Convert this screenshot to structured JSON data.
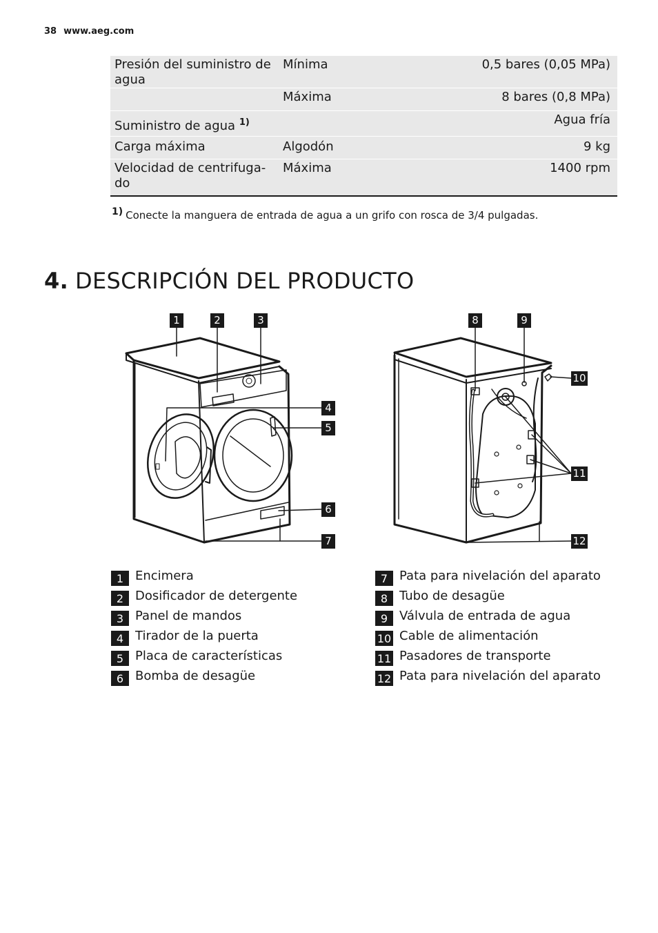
{
  "header": {
    "page_number": "38",
    "site": "www.aeg.com"
  },
  "spec_table": [
    {
      "c1": "Presión del suministro de agua",
      "c2": "Mínima",
      "c3": "0,5 bares (0,05 MPa)"
    },
    {
      "c1": "",
      "c2": "Máxima",
      "c3": "8 bares (0,8 MPa)"
    },
    {
      "c1": "Suministro de agua",
      "c1_note": "1)",
      "c2": "",
      "c3": "Agua fría"
    },
    {
      "c1": "Carga máxima",
      "c2": "Algodón",
      "c3": "9 kg"
    },
    {
      "c1": "Velocidad de centrifuga-do",
      "c2": "Máxima",
      "c3": "1400 rpm"
    }
  ],
  "footnote": {
    "marker": "1)",
    "text": "Conecte la manguera de entrada de agua a un grifo con rosca de 3/4 pulgadas."
  },
  "section": {
    "number": "4.",
    "title": "DESCRIPCIÓN DEL PRODUCTO"
  },
  "callouts": [
    "1",
    "2",
    "3",
    "4",
    "5",
    "6",
    "7",
    "8",
    "9",
    "10",
    "11",
    "12"
  ],
  "legend_left": [
    {
      "num": "1",
      "label": "Encimera"
    },
    {
      "num": "2",
      "label": "Dosificador de detergente"
    },
    {
      "num": "3",
      "label": "Panel de mandos"
    },
    {
      "num": "4",
      "label": "Tirador de la puerta"
    },
    {
      "num": "5",
      "label": "Placa de características"
    },
    {
      "num": "6",
      "label": "Bomba de desagüe"
    }
  ],
  "legend_right": [
    {
      "num": "7",
      "label": "Pata para nivelación del aparato"
    },
    {
      "num": "8",
      "label": "Tubo de desagüe"
    },
    {
      "num": "9",
      "label": "Válvula de entrada de agua"
    },
    {
      "num": "10",
      "label": "Cable de alimentación"
    },
    {
      "num": "11",
      "label": "Pasadores de transporte"
    },
    {
      "num": "12",
      "label": "Pata para nivelación del aparato"
    }
  ]
}
